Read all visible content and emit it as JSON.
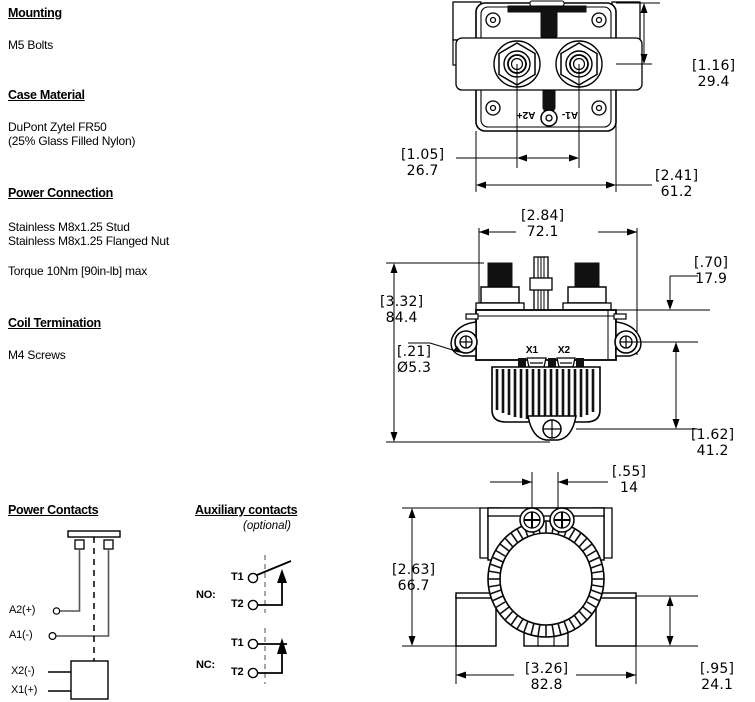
{
  "specs": [
    {
      "heading": "Mounting",
      "lines": [
        "M5 Bolts"
      ]
    },
    {
      "heading": "Case Material",
      "lines": [
        "DuPont Zytel FR50",
        "(25% Glass Filled Nylon)"
      ]
    },
    {
      "heading": "Power Connection",
      "lines": [
        "Stainless M8x1.25 Stud",
        "Stainless M8x1.25 Flanged Nut"
      ]
    },
    {
      "heading": "",
      "lines": [
        "Torque 10Nm [90in-lb] max"
      ]
    },
    {
      "heading": "Coil Termination",
      "lines": [
        "M4 Screws"
      ]
    }
  ],
  "spec_text": {
    "mounting_heading": "Mounting",
    "mounting_line1": "M5 Bolts",
    "case_heading": "Case Material",
    "case_line1": "DuPont Zytel FR50",
    "case_line2": "(25% Glass Filled Nylon)",
    "power_heading": "Power Connection",
    "power_line1": "Stainless M8x1.25 Stud",
    "power_line2": "Stainless M8x1.25 Flanged Nut",
    "power_line3": "Torque 10Nm [90in-lb] max",
    "coil_heading": "Coil Termination",
    "coil_line1": "M4 Screws"
  },
  "power_contacts": {
    "title": "Power Contacts",
    "a2": "A2(+)",
    "a1": "A1(-)",
    "x2": "X2(-)",
    "x1": "X1(+)"
  },
  "aux_contacts": {
    "title": "Auxiliary contacts",
    "subtitle": "(optional)",
    "no_label": "NO:",
    "nc_label": "NC:",
    "no_t1": "T1",
    "no_t2": "T2",
    "nc_t1": "T1",
    "nc_t2": "T2"
  },
  "views": {
    "top": {
      "terminal_a2": "A2+",
      "terminal_a1": "A1-",
      "dim_height_in": "[1.16]",
      "dim_height_mm": "29.4",
      "dim_pitch_in": "[1.05]",
      "dim_pitch_mm": "26.7",
      "dim_width_in": "[2.41]",
      "dim_width_mm": "61.2"
    },
    "front": {
      "coil_x1": "X1",
      "coil_x2": "X2",
      "dim_width_in": "[2.84]",
      "dim_width_mm": "72.1",
      "dim_height_in": "[3.32]",
      "dim_height_mm": "84.4",
      "dim_hole_in": "[.21]",
      "dim_hole_mm": "Ø5.3",
      "dim_top_in": "[.70]",
      "dim_top_mm": "17.9",
      "dim_bot_in": "[1.62]",
      "dim_bot_mm": "41.2"
    },
    "bottom": {
      "dim_slot_in": "[.55]",
      "dim_slot_mm": "14",
      "dim_height_in": "[2.63]",
      "dim_height_mm": "66.7",
      "dim_width_in": "[3.26]",
      "dim_width_mm": "82.8",
      "dim_base_in": "[.95]",
      "dim_base_mm": "24.1"
    }
  },
  "colors": {
    "line": "#000000",
    "fill": "#ffffff",
    "dark": "#111111",
    "gray": "#808080"
  }
}
